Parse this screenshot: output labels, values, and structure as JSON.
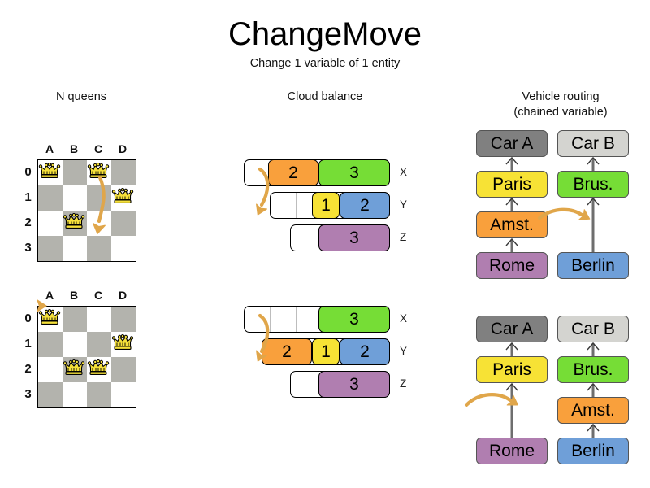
{
  "header": {
    "title": "ChangeMove",
    "subtitle": "Change 1 variable of 1 entity"
  },
  "panels": {
    "nqueens": {
      "heading": "N queens"
    },
    "cloud": {
      "heading": "Cloud balance"
    },
    "vrp": {
      "heading_line1": "Vehicle routing",
      "heading_line2": "(chained variable)"
    }
  },
  "nqueens": {
    "files": [
      "A",
      "B",
      "C",
      "D"
    ],
    "ranks": [
      "0",
      "1",
      "2",
      "3"
    ],
    "before": {
      "queens": [
        {
          "file": 0,
          "rank": 0
        },
        {
          "file": 2,
          "rank": 0
        },
        {
          "file": 3,
          "rank": 1
        },
        {
          "file": 1,
          "rank": 2
        }
      ]
    },
    "after": {
      "queens": [
        {
          "file": 0,
          "rank": 0
        },
        {
          "file": 3,
          "rank": 1
        },
        {
          "file": 1,
          "rank": 2
        },
        {
          "file": 2,
          "rank": 2
        }
      ]
    },
    "move": {
      "from_file": 2,
      "from_rank": 0,
      "to_file": 2,
      "to_rank": 2
    }
  },
  "cloud_balance": {
    "before": {
      "rows": [
        {
          "label": "X",
          "segments": [
            {
              "value": "2",
              "color": "#f9a03c"
            },
            {
              "value": "3",
              "color": "#76dd36"
            }
          ],
          "empty_slots": 1
        },
        {
          "label": "Y",
          "segments": [
            {
              "value": "1",
              "color": "#f7e235"
            },
            {
              "value": "2",
              "color": "#6f9fd8"
            }
          ],
          "empty_slots": 2
        },
        {
          "label": "Z",
          "segments": [
            {
              "value": "3",
              "color": "#b07eb0"
            }
          ],
          "empty_slots": 1
        }
      ]
    },
    "after": {
      "rows": [
        {
          "label": "X",
          "segments": [
            {
              "value": "3",
              "color": "#76dd36"
            }
          ],
          "empty_slots": 3
        },
        {
          "label": "Y",
          "segments": [
            {
              "value": "2",
              "color": "#f9a03c"
            },
            {
              "value": "1",
              "color": "#f7e235"
            },
            {
              "value": "2",
              "color": "#6f9fd8"
            }
          ],
          "empty_slots": 0
        },
        {
          "label": "Z",
          "segments": [
            {
              "value": "3",
              "color": "#b07eb0"
            }
          ],
          "empty_slots": 1
        }
      ]
    },
    "move": {
      "process": "2",
      "from_computer": "X",
      "to_computer": "Y"
    }
  },
  "vehicle_routing": {
    "before": {
      "chain_a": [
        "Car A",
        "Paris",
        "Amst.",
        "Rome"
      ],
      "chain_b": [
        "Car B",
        "Brus.",
        "Berlin"
      ]
    },
    "after": {
      "chain_a": [
        "Car A",
        "Paris",
        "Rome"
      ],
      "chain_b": [
        "Car B",
        "Brus.",
        "Amst.",
        "Berlin"
      ]
    },
    "move": {
      "entity": "Amst.",
      "from_vehicle": "Car A",
      "to_vehicle": "Car B"
    },
    "colors": {
      "Car A": "#808080",
      "Car B": "#d4d4d0",
      "Paris": "#f7e235",
      "Brus.": "#76dd36",
      "Amst.": "#f9a03c",
      "Rome": "#b07eb0",
      "Berlin": "#6f9fd8"
    }
  },
  "palette": {
    "orange": "#f9a03c",
    "green": "#76dd36",
    "yellow": "#f7e235",
    "blue": "#6f9fd8",
    "purple": "#b07eb0",
    "arrow": "#e0a64a",
    "board_dark": "#b3b3ad",
    "queen": "#f5e03a"
  },
  "icons": {
    "queen": "queen-icon",
    "move_arrow": "curved-move-arrow-icon",
    "chain_arrow": "chain-link-arrow-icon"
  }
}
